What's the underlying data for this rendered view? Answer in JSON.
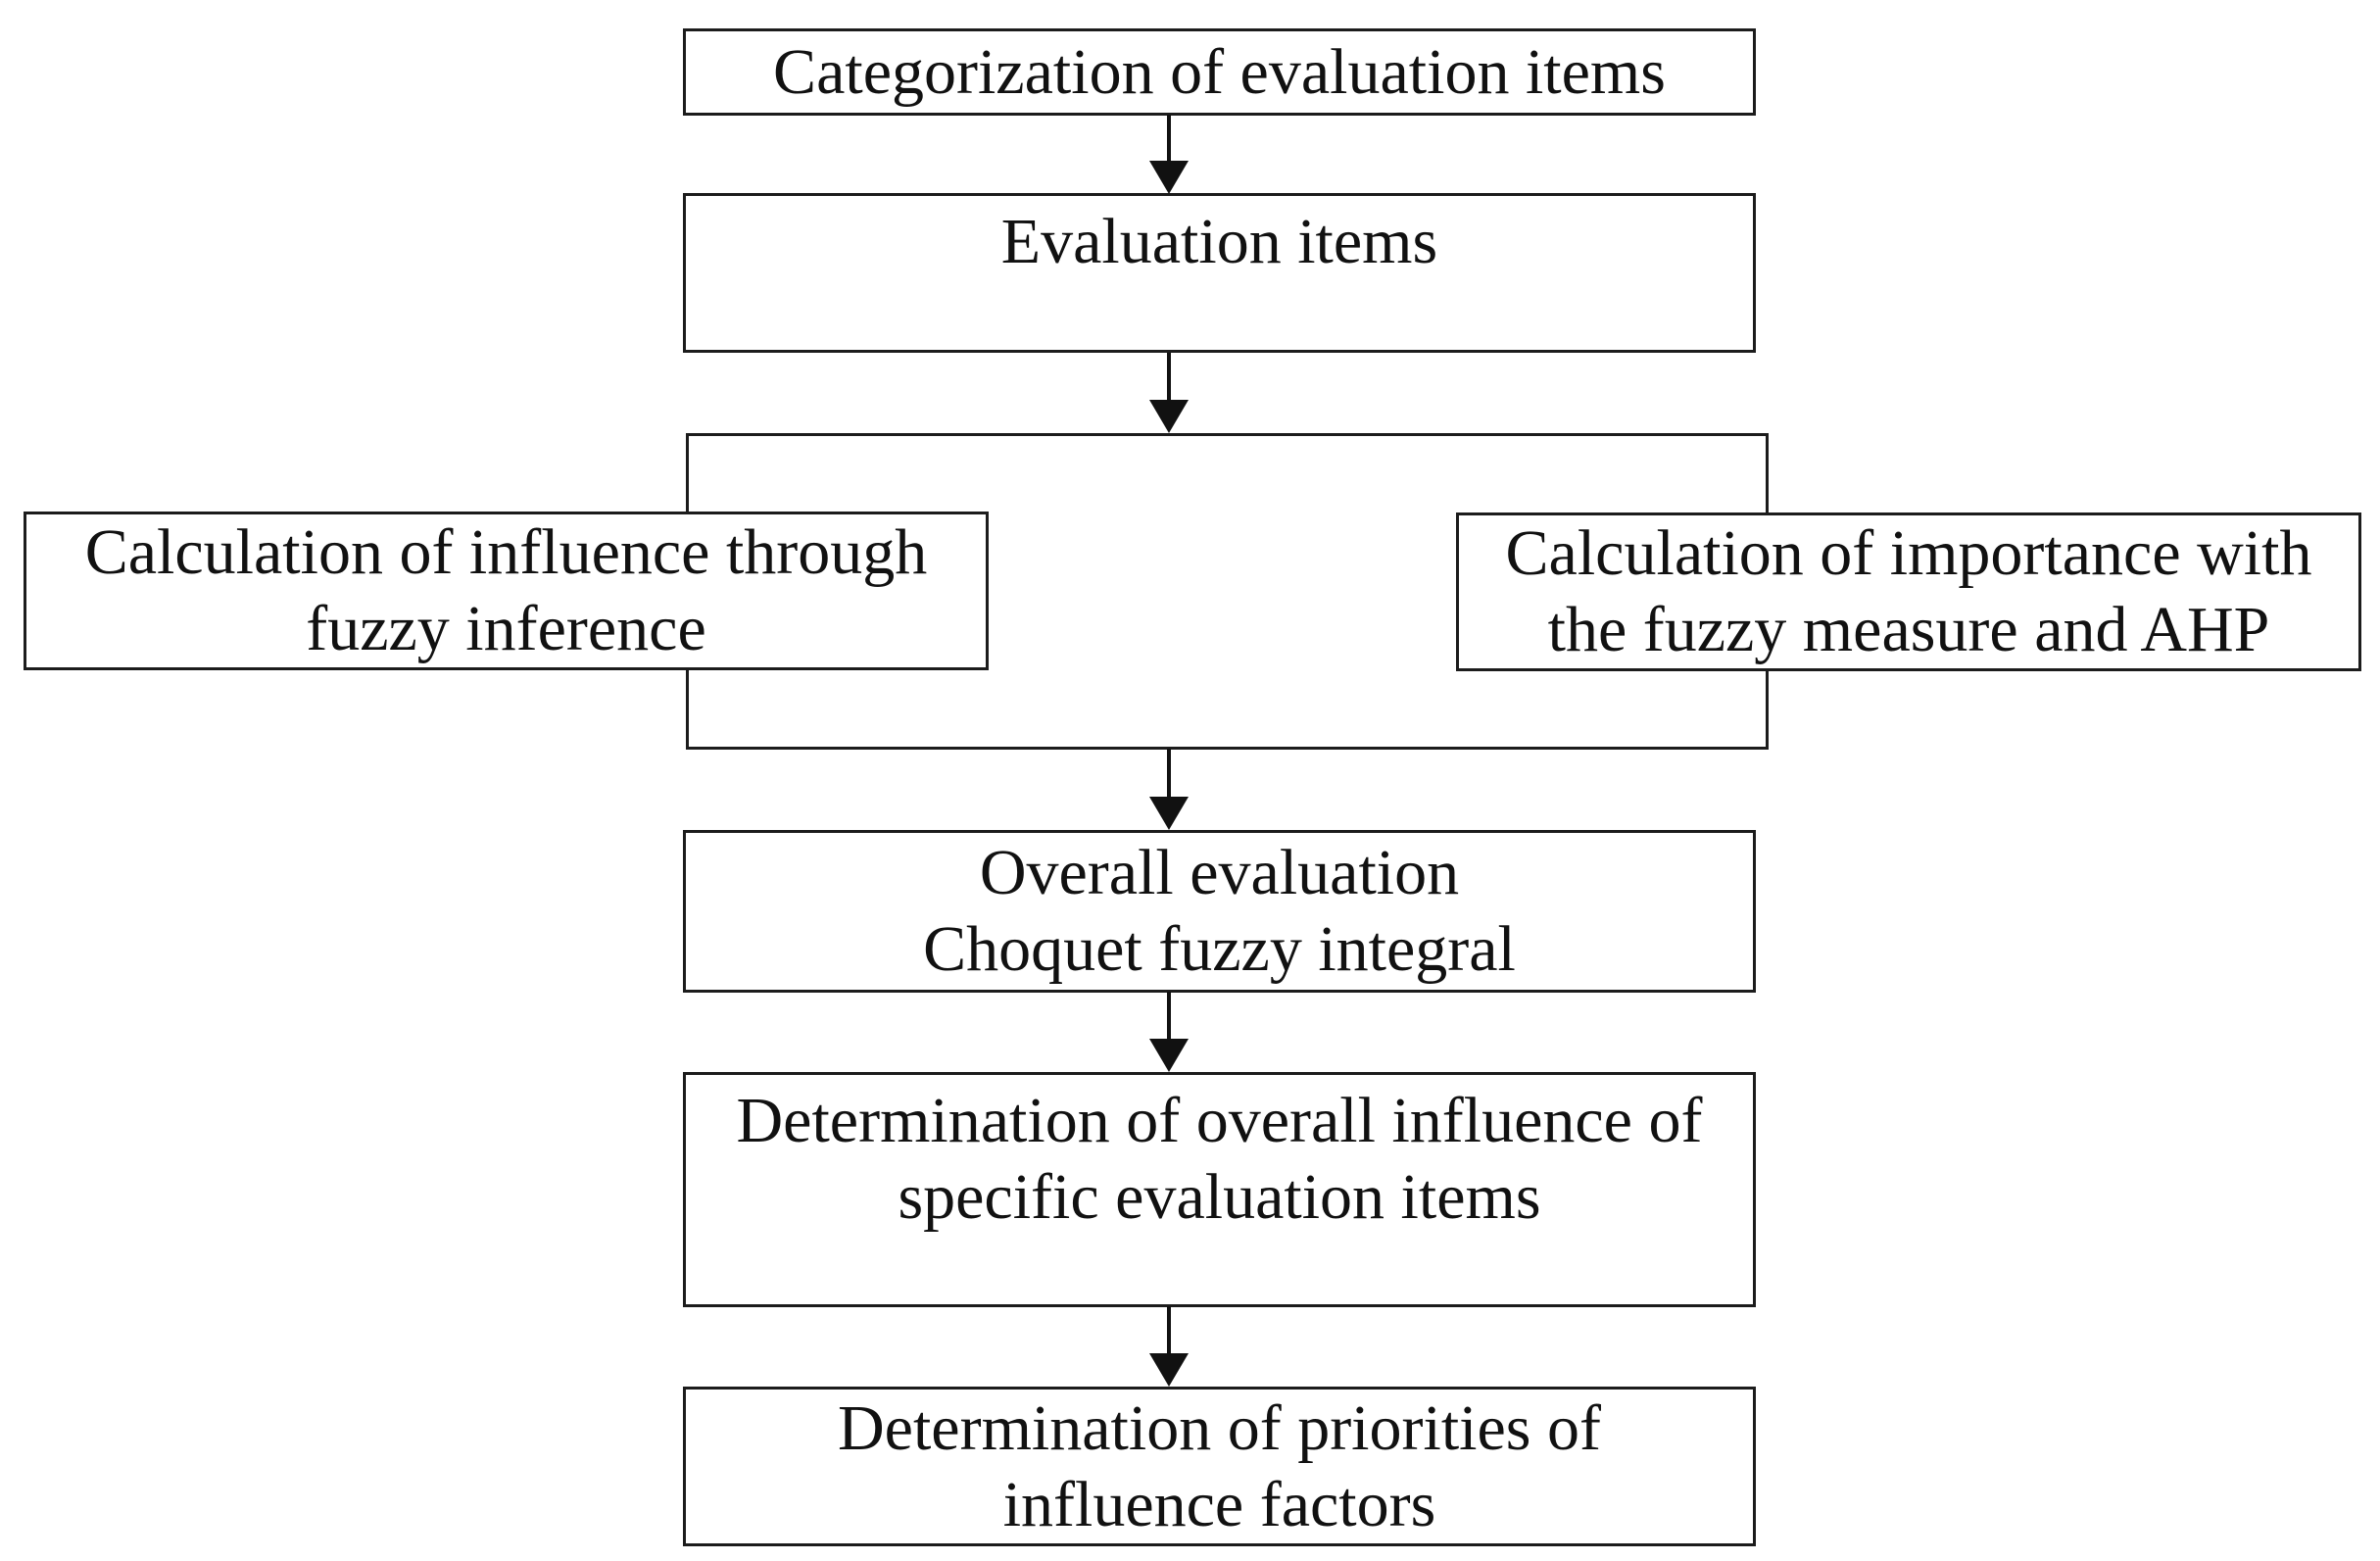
{
  "diagram": {
    "type": "flowchart",
    "colors": {
      "background": "#ffffff",
      "box_fill": "#ffffff",
      "box_border": "#1c1c1c",
      "text": "#111111",
      "arrow": "#111111"
    },
    "nodes": {
      "categorization": {
        "label": "Categorization of evaluation items"
      },
      "evaluation_items": {
        "label": "Evaluation items"
      },
      "container": {
        "label": ""
      },
      "influence": {
        "lines": [
          "Calculation of influence through",
          "fuzzy inference"
        ]
      },
      "importance": {
        "lines": [
          "Calculation of importance with",
          "the fuzzy measure and AHP"
        ]
      },
      "overall_evaluation": {
        "lines": [
          "Overall evaluation",
          "Choquet fuzzy integral"
        ]
      },
      "overall_influence": {
        "lines": [
          "Determination of overall influence of",
          "specific evaluation items"
        ]
      },
      "priorities": {
        "lines": [
          "Determination of priorities of",
          "influence factors"
        ]
      }
    },
    "edges": [
      {
        "from": "categorization",
        "to": "evaluation_items",
        "style": "solid-arrow-down"
      },
      {
        "from": "evaluation_items",
        "to": "container",
        "style": "solid-arrow-down"
      },
      {
        "from": "container",
        "to": "overall_evaluation",
        "style": "solid-arrow-down"
      },
      {
        "from": "overall_evaluation",
        "to": "overall_influence",
        "style": "solid-arrow-down"
      },
      {
        "from": "overall_influence",
        "to": "priorities",
        "style": "solid-arrow-down"
      }
    ]
  }
}
